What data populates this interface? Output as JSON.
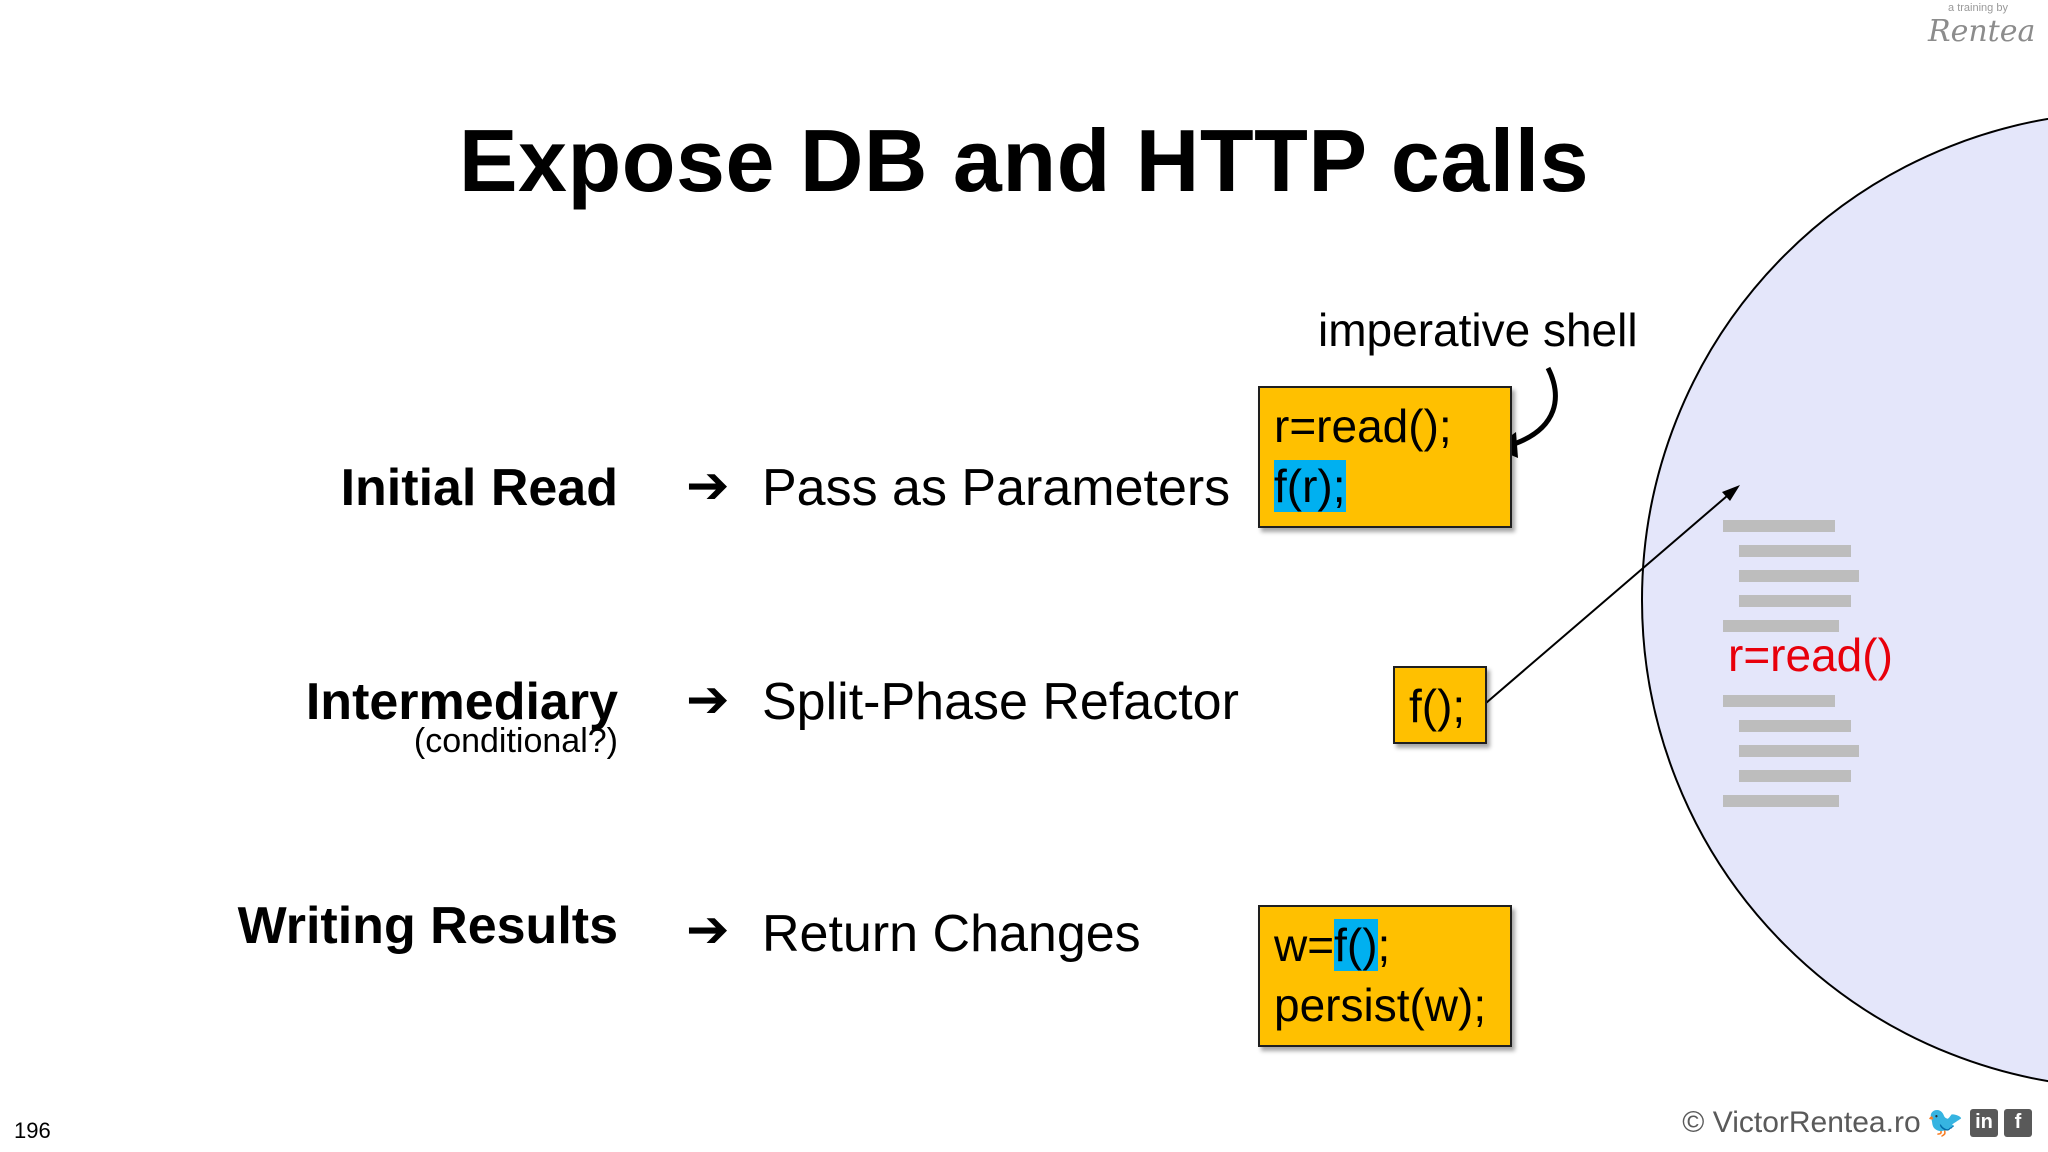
{
  "slide": {
    "title": "Expose DB and HTTP calls",
    "page_number": "196",
    "brand_small": "a training by",
    "brand_signature": "Rentea",
    "footer_text": "© VictorRentea.ro",
    "rows": [
      {
        "label": "Initial Read",
        "sub": "",
        "arrow": "➔",
        "action": "Pass as Parameters"
      },
      {
        "label": "Intermediary",
        "sub": "(conditional?)",
        "arrow": "➔",
        "action": "Split-Phase Refactor"
      },
      {
        "label": "Writing Results",
        "sub": "",
        "arrow": "➔",
        "action": "Return Changes"
      }
    ],
    "code_read": {
      "line1": "r=read();",
      "line2": "f(r);"
    },
    "code_intermediate": "f();",
    "code_write": {
      "prefix": "w=",
      "call": "f()",
      "suffix": ";",
      "line2": "persist(w);"
    },
    "annotation": "imperative shell",
    "red_call": "r=read()",
    "social_icons": [
      "twitter-icon",
      "linkedin-icon",
      "facebook-icon"
    ],
    "colors": {
      "code_box": "#ffc000",
      "highlight": "#00b0f0",
      "circle_fill": "#e4e6fa",
      "red_call": "#e8000b",
      "code_lines": "#bdbdbd"
    }
  }
}
